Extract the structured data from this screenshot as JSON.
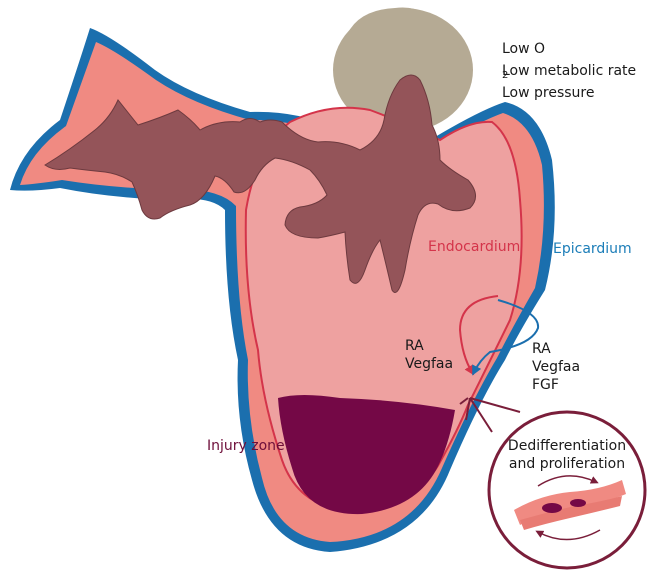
{
  "conditions": {
    "o2_prefix": "Low O",
    "o2_sub": "2",
    "metabolic": "Low metabolic rate",
    "pressure": "Low pressure"
  },
  "labels": {
    "endocardium": "Endocardium",
    "epicardium": "Epicardium",
    "injury_zone": "Injury zone"
  },
  "signals_endocardium": [
    "RA",
    "Vegfaa"
  ],
  "signals_epicardium": [
    "RA",
    "Vegfaa",
    "FGF"
  ],
  "inset": {
    "line1": "Dedifferentiation",
    "line2": "and proliferation"
  },
  "colors": {
    "epicardium": "#1b6fae",
    "endocardium": "#d4344a",
    "myocardium": "#f08a82",
    "chamber": "#eea1a0",
    "trabeculae": "#945459",
    "valve": "#b5aa94",
    "injury": "#740846",
    "inset_border": "#7a1e3a",
    "text_endocardium": "#d4344a",
    "text_epicardium": "#1b7db8",
    "text_injury": "#6e0f3a"
  }
}
